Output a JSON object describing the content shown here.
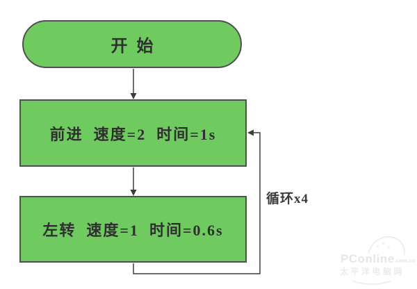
{
  "flowchart": {
    "start": {
      "label": "开始"
    },
    "steps": [
      {
        "label": "前进  速度=2  时间=1s"
      },
      {
        "label": "左转  速度=1  时间=0.6s"
      }
    ],
    "loop": {
      "label": "循环x4"
    },
    "colors": {
      "node_fill": "#6fca60",
      "node_border": "#4f4f4f",
      "connector": "#3d3d3d",
      "text": "#2f2f2f"
    }
  },
  "watermark": {
    "brand": "PConline",
    "domain": ".com.cn",
    "chinese": "太平洋电脑网",
    "color": "#e6e6e6"
  }
}
